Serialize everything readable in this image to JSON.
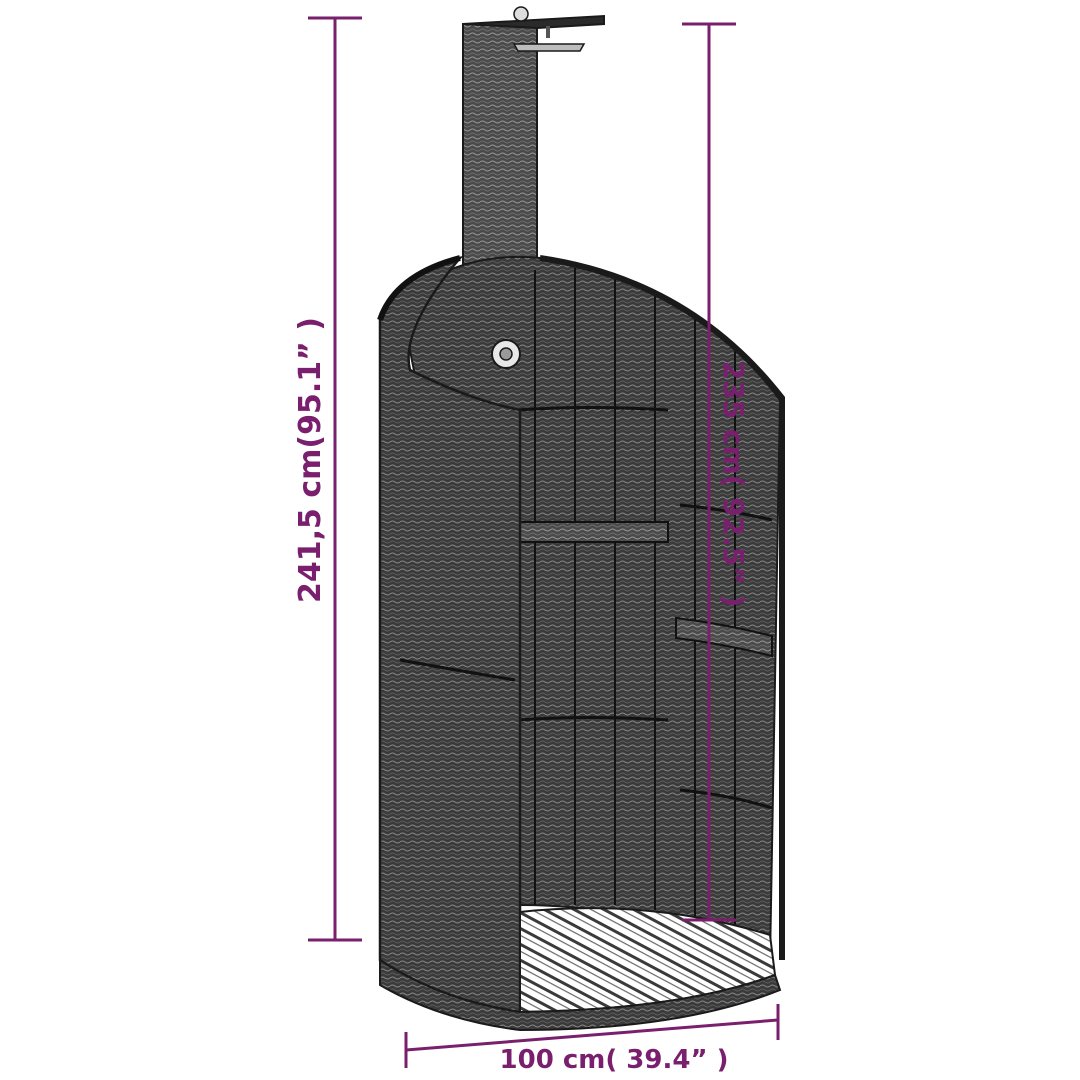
{
  "product": "outdoor shower cabin, poly rattan, cylindrical with shower column",
  "dimensions": {
    "total_height_label": "241,5 cm(95.1” )",
    "inner_height_label": "235 cm( 92.5” )",
    "width_label": "100 cm( 39.4” )"
  },
  "colors": {
    "dimension": "#7a1f6e",
    "wicker_dark": "#2a2a2a",
    "wicker_light": "#6a6a6a",
    "floor_slat": "#3a3a3a",
    "background": "#ffffff"
  },
  "icons": {
    "shower_head": "shower-head-icon",
    "faucet": "faucet-icon"
  }
}
